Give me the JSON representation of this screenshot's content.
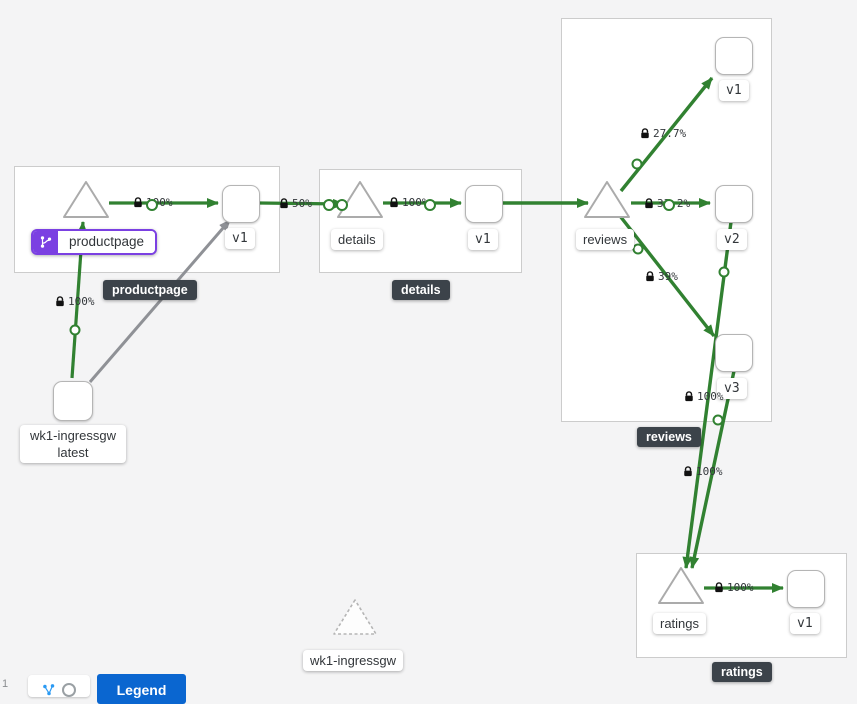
{
  "colors": {
    "edge_green": "#318131",
    "edge_gray": "#8f9196",
    "selected_purple": "#7b40e2",
    "group_badge_bg": "#3c434a",
    "legend_button_blue": "#0a66d0"
  },
  "groups": {
    "productpage": {
      "label": "productpage"
    },
    "details": {
      "label": "details"
    },
    "reviews": {
      "label": "reviews"
    },
    "ratings": {
      "label": "ratings"
    }
  },
  "nodes": {
    "productpage_service": {
      "label": "productpage"
    },
    "productpage_v1": {
      "label": "v1"
    },
    "details_service": {
      "label": "details"
    },
    "details_v1": {
      "label": "v1"
    },
    "reviews_service": {
      "label": "reviews"
    },
    "reviews_v1": {
      "label": "v1"
    },
    "reviews_v2": {
      "label": "v2"
    },
    "reviews_v3": {
      "label": "v3"
    },
    "ratings_service": {
      "label": "ratings"
    },
    "ratings_v1": {
      "label": "v1"
    },
    "ingress_workload": {
      "line1": "wk1-ingressgw",
      "line2": "latest"
    },
    "idle_service": {
      "label": "wk1-ingressgw"
    }
  },
  "edges": {
    "ingress_to_productpage": {
      "label": "100%"
    },
    "productpage_to_v1": {
      "label": "100%"
    },
    "productpagev1_to_details": {
      "label": "50%"
    },
    "details_to_v1": {
      "label": "100%"
    },
    "reviews_to_v1": {
      "label": "27.7%"
    },
    "reviews_to_v2": {
      "label": "33.2%"
    },
    "reviews_to_v3": {
      "label": "39%"
    },
    "reviewsv2_to_ratings": {
      "label": "100%"
    },
    "reviewsv3_to_ratings": {
      "label": "100%"
    },
    "ratings_to_v1": {
      "label": "100%"
    }
  },
  "toolbar": {
    "partial_left": "1",
    "legend_label": "Legend"
  }
}
